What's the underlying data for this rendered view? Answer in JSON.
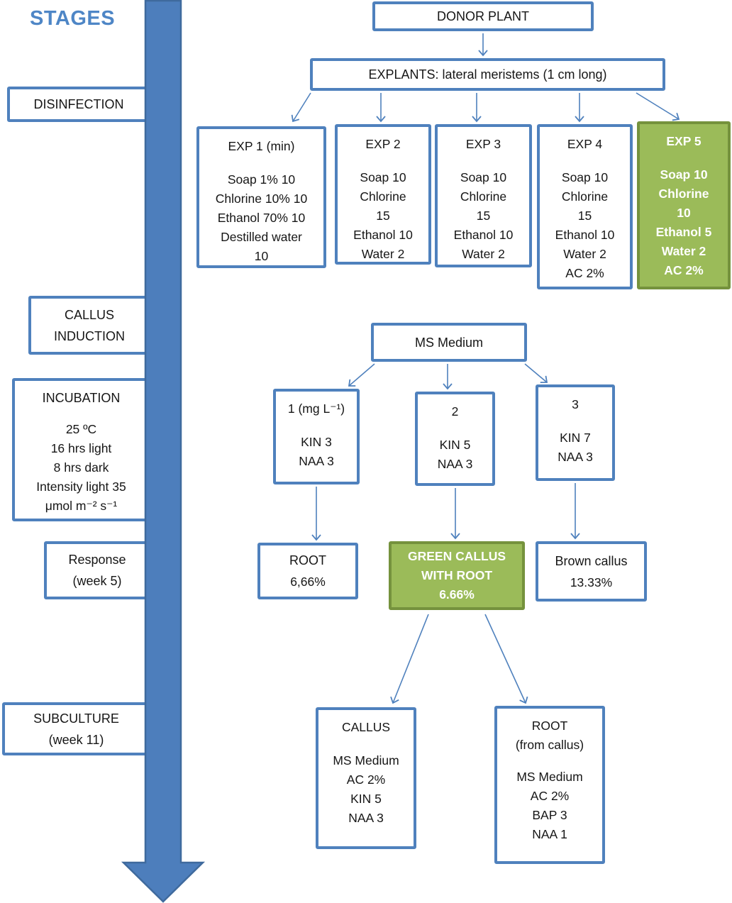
{
  "colors": {
    "accent_blue_border": "#4f81bd",
    "stage_arrow_fill": "#4d7ebc",
    "stage_arrow_stroke": "#3f6a9d",
    "green_fill": "#9bbb59",
    "green_border": "#75923d",
    "title_blue": "#4e86c6",
    "text": "#161616"
  },
  "stages": {
    "title": "STAGES",
    "disinfection": "DISINFECTION",
    "callus_induction": "CALLUS\nINDUCTION",
    "incubation": {
      "title": "INCUBATION",
      "body": "25 ºC\n16 hrs light\n8 hrs dark\nIntensity light 35\nμmol m⁻² s⁻¹"
    },
    "response": "Response\n(week 5)",
    "subculture": "SUBCULTURE\n(week 11)"
  },
  "flow": {
    "donor_plant": "DONOR PLANT",
    "explants": "EXPLANTS: lateral meristems (1 cm long)",
    "experiments": [
      {
        "title": "EXP 1 (min)",
        "body": "Soap 1% 10\nChlorine 10% 10\nEthanol 70% 10\nDestilled water\n10",
        "highlight": false
      },
      {
        "title": "EXP 2",
        "body": "Soap 10\nChlorine\n15\nEthanol 10\nWater 2",
        "highlight": false
      },
      {
        "title": "EXP 3",
        "body": "Soap 10\nChlorine\n15\nEthanol 10\nWater 2",
        "highlight": false
      },
      {
        "title": "EXP 4",
        "body": "Soap 10\nChlorine\n15\nEthanol 10\nWater 2\nAC 2%",
        "highlight": false
      },
      {
        "title": "EXP 5",
        "body": "Soap 10\nChlorine\n10\nEthanol 5\nWater 2\nAC 2%",
        "highlight": true
      }
    ],
    "ms_medium": "MS Medium",
    "treatments": [
      {
        "title": "1 (mg L⁻¹)",
        "body": "KIN 3\nNAA 3"
      },
      {
        "title": "2",
        "body": "KIN 5\nNAA 3"
      },
      {
        "title": "3",
        "body": "KIN 7\nNAA 3"
      }
    ],
    "responses": [
      {
        "title": "ROOT",
        "value": "6,66%",
        "highlight": false
      },
      {
        "title": "GREEN CALLUS\nWITH ROOT",
        "value": "6.66%",
        "highlight": true
      },
      {
        "title": "Brown callus",
        "value": "13.33%",
        "highlight": false
      }
    ],
    "subcultures": [
      {
        "title": "CALLUS",
        "body": "MS Medium\nAC 2%\nKIN 5\nNAA 3"
      },
      {
        "title": "ROOT\n(from callus)",
        "body": "MS Medium\nAC 2%\nBAP 3\nNAA 1"
      }
    ]
  }
}
